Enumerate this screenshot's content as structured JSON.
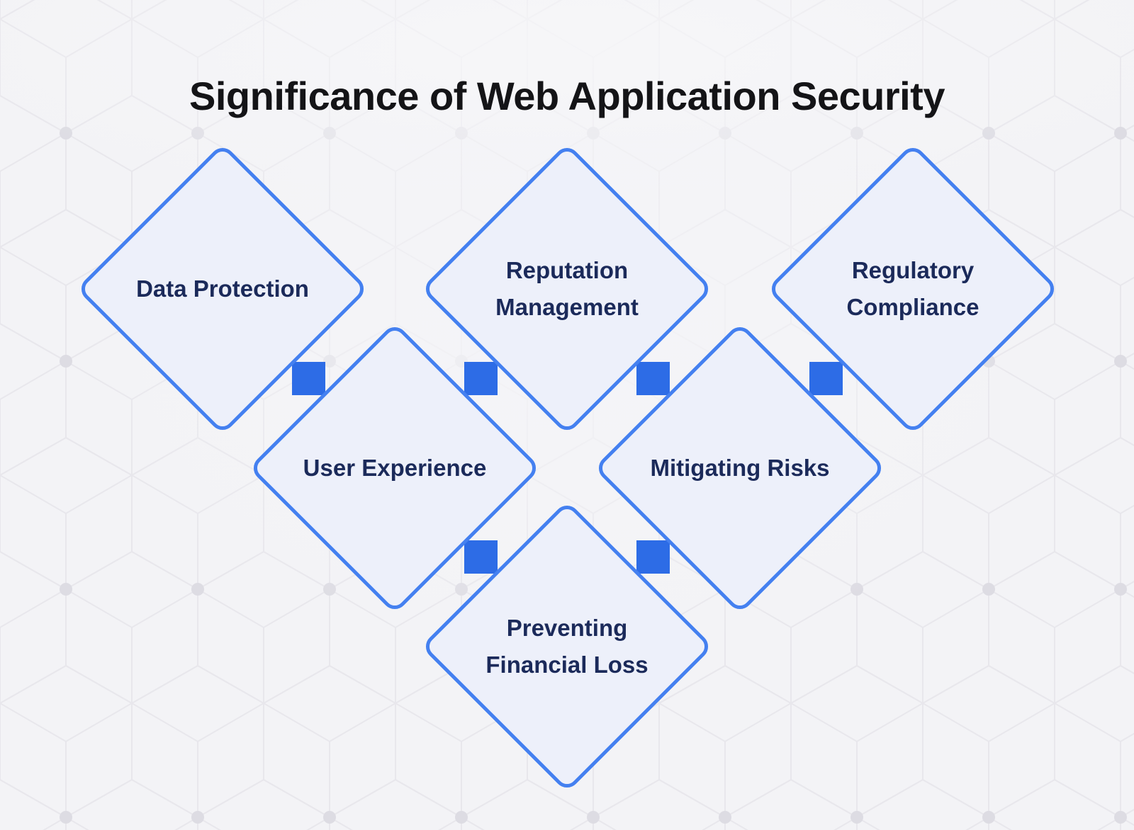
{
  "title": "Significance of Web Application Security",
  "colors": {
    "background": "#f3f3f6",
    "pattern_line": "#e8e7ec",
    "pattern_dot": "#dddce3",
    "node_fill": "#edf0fa",
    "node_border": "#4480f0",
    "connector": "#2d6ce6",
    "title": "#141417",
    "label": "#1b2a5a"
  },
  "diagram": {
    "nodes": [
      {
        "id": "data-protection",
        "label": "Data Protection",
        "line1": "Data Protection",
        "line2": ""
      },
      {
        "id": "reputation-management",
        "label": "Reputation Management",
        "line1": "Reputation",
        "line2": "Management"
      },
      {
        "id": "regulatory-compliance",
        "label": "Regulatory Compliance",
        "line1": "Regulatory",
        "line2": "Compliance"
      },
      {
        "id": "user-experience",
        "label": "User Experience",
        "line1": "User Experience",
        "line2": ""
      },
      {
        "id": "mitigating-risks",
        "label": "Mitigating Risks",
        "line1": "Mitigating Risks",
        "line2": ""
      },
      {
        "id": "preventing-financial-loss",
        "label": "Preventing Financial Loss",
        "line1": "Preventing",
        "line2": "Financial Loss"
      }
    ],
    "connections": [
      {
        "from": "data-protection",
        "to": "user-experience"
      },
      {
        "from": "reputation-management",
        "to": "user-experience"
      },
      {
        "from": "reputation-management",
        "to": "mitigating-risks"
      },
      {
        "from": "regulatory-compliance",
        "to": "mitigating-risks"
      },
      {
        "from": "user-experience",
        "to": "preventing-financial-loss"
      },
      {
        "from": "mitigating-risks",
        "to": "preventing-financial-loss"
      }
    ]
  }
}
